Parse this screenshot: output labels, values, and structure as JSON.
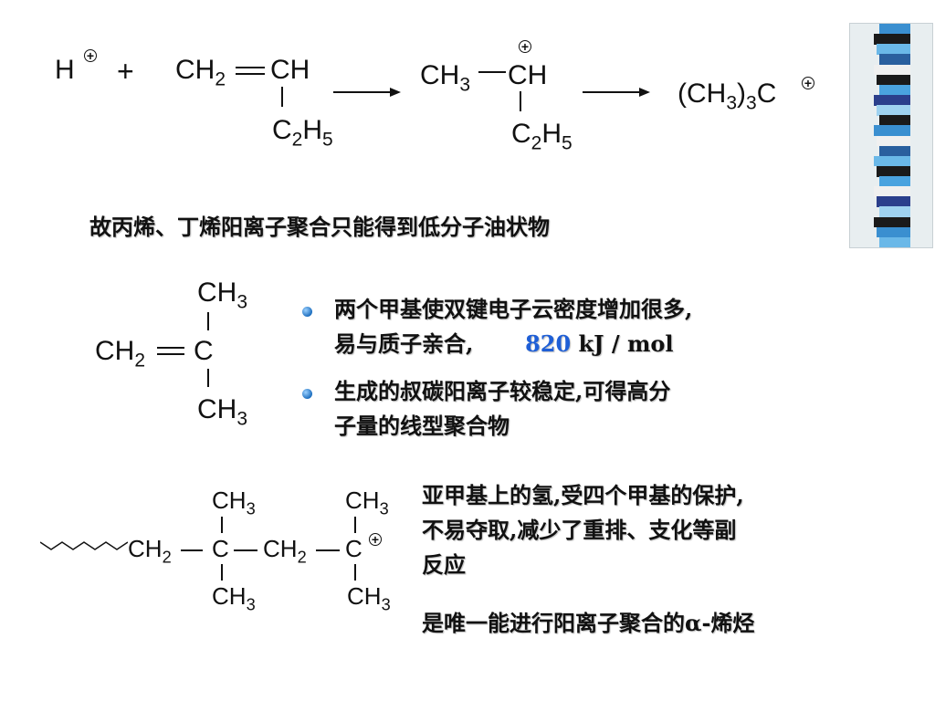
{
  "reaction1": {
    "h": "H",
    "plus_sign": "+",
    "ch2": "CH",
    "ch2_sub": "2",
    "double_bond": "═",
    "ch": "CH",
    "c2h5_c": "C",
    "c2h5_c_sub": "2",
    "c2h5_h": "H",
    "c2h5_h_sub": "5",
    "ch3": "CH",
    "ch3_sub": "3",
    "inter_ch": "CH",
    "inter_c2h5_c": "C",
    "inter_c2h5_c_sub": "2",
    "inter_c2h5_h": "H",
    "inter_c2h5_h_sub": "5",
    "product_open": "(CH",
    "product_sub1": "3",
    "product_close": ")",
    "product_sub2": "3",
    "product_c": "C",
    "cation_symbol": "+"
  },
  "note_low_mw": "故丙烯、丁烯阳离子聚合只能得到低分子油状物",
  "isobutylene": {
    "top_ch": "CH",
    "top_sub": "3",
    "left_ch": "CH",
    "left_sub": "2",
    "double_bond": "═",
    "center_c": "C",
    "bottom_ch": "CH",
    "bottom_sub": "3"
  },
  "bullets": [
    {
      "text_line1": "两个甲基使双键电子云密度增加很多,",
      "text_line2": "易与质子亲合,",
      "energy_value": "820",
      "energy_unit": "kJ / mol"
    },
    {
      "text_line1": "生成的叔碳阳离子较稳定,可得高分",
      "text_line2": "子量的线型聚合物"
    }
  ],
  "chain": {
    "ch3_a": "CH",
    "ch3_a_sub": "3",
    "ch3_b": "CH",
    "ch3_b_sub": "3",
    "ch2_a": "CH",
    "ch2_a_sub": "2",
    "c1": "C",
    "ch2_b": "CH",
    "ch2_b_sub": "2",
    "c2": "C",
    "cation_symbol": "+",
    "ch3_c": "CH",
    "ch3_c_sub": "3",
    "ch3_d": "CH",
    "ch3_d_sub": "3"
  },
  "note_protection": {
    "line1": "亚甲基上的氢,受四个甲基的保护,",
    "line2": "不易夺取,减少了重排、支化等副",
    "line3": "反应"
  },
  "note_unique": {
    "prefix": "是唯一能进行阳离子聚合的",
    "alpha": "α",
    "suffix": "-烯烃"
  },
  "colors": {
    "accent_blue": "#1f5fd6",
    "bullet": "#1e6fbf"
  },
  "decor_stripes": [
    "#3a8fd0",
    "#1a1a1a",
    "#6ab8e8",
    "#2a5f9e",
    "#f0f0f0",
    "#1a1a1a",
    "#4aa3df",
    "#2b3f8c",
    "#9fd2f0",
    "#1a1a1a",
    "#3a8fd0",
    "#f0f0f0",
    "#2a5f9e",
    "#6ab8e8",
    "#1a1a1a",
    "#4aa3df",
    "#f0f0f0",
    "#2b3f8c",
    "#9fd2f0",
    "#1a1a1a",
    "#3a8fd0",
    "#6ab8e8"
  ]
}
